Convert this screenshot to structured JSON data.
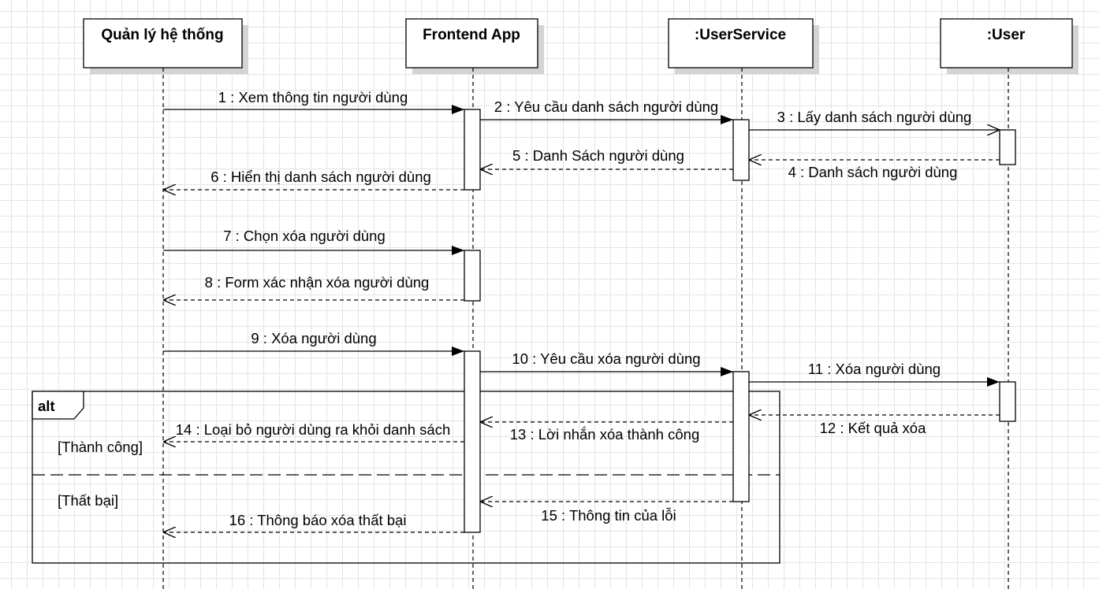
{
  "lifelines": [
    {
      "id": "admin",
      "label": "Quản lý hệ thống"
    },
    {
      "id": "frontend",
      "label": "Frontend App"
    },
    {
      "id": "userservice",
      "label": ":UserService"
    },
    {
      "id": "user",
      "label": ":User"
    }
  ],
  "messages": [
    {
      "label": "1 : Xem thông tin người dùng",
      "from": "admin",
      "to": "frontend",
      "kind": "sync"
    },
    {
      "label": "2 : Yêu cầu danh sách người dùng",
      "from": "frontend",
      "to": "userservice",
      "kind": "sync"
    },
    {
      "label": "3 : Lấy danh sách người dùng",
      "from": "userservice",
      "to": "user",
      "kind": "async"
    },
    {
      "label": "4 : Danh sách người dùng",
      "from": "user",
      "to": "userservice",
      "kind": "return"
    },
    {
      "label": "5 : Danh Sách người dùng",
      "from": "userservice",
      "to": "frontend",
      "kind": "return"
    },
    {
      "label": "6 : Hiển thị danh sách người dùng",
      "from": "frontend",
      "to": "admin",
      "kind": "return"
    },
    {
      "label": "7 : Chọn xóa người dùng",
      "from": "admin",
      "to": "frontend",
      "kind": "sync"
    },
    {
      "label": "8 : Form xác nhận xóa người dùng",
      "from": "frontend",
      "to": "admin",
      "kind": "return"
    },
    {
      "label": "9 : Xóa người dùng",
      "from": "admin",
      "to": "frontend",
      "kind": "sync"
    },
    {
      "label": "10 : Yêu cầu xóa người dùng",
      "from": "frontend",
      "to": "userservice",
      "kind": "sync"
    },
    {
      "label": "11 : Xóa người dùng",
      "from": "userservice",
      "to": "user",
      "kind": "sync"
    },
    {
      "label": "12 : Kết quả xóa",
      "from": "user",
      "to": "userservice",
      "kind": "return"
    },
    {
      "label": "13 : Lời nhắn xóa thành công",
      "from": "userservice",
      "to": "frontend",
      "kind": "return"
    },
    {
      "label": "14 : Loại bỏ người dùng ra khỏi danh sách",
      "from": "frontend",
      "to": "admin",
      "kind": "return"
    },
    {
      "label": "15 : Thông tin của lỗi",
      "from": "userservice",
      "to": "frontend",
      "kind": "return"
    },
    {
      "label": "16 : Thông báo xóa thất bại",
      "from": "frontend",
      "to": "admin",
      "kind": "return"
    }
  ],
  "alt_fragment": {
    "label": "alt",
    "guards": [
      "[Thành công]",
      "[Thất bại]"
    ]
  },
  "colors": {
    "line": "#000000",
    "box_fill": "#ffffff",
    "shadow": "#d4d4d4",
    "grid": "#e4e4e4"
  }
}
